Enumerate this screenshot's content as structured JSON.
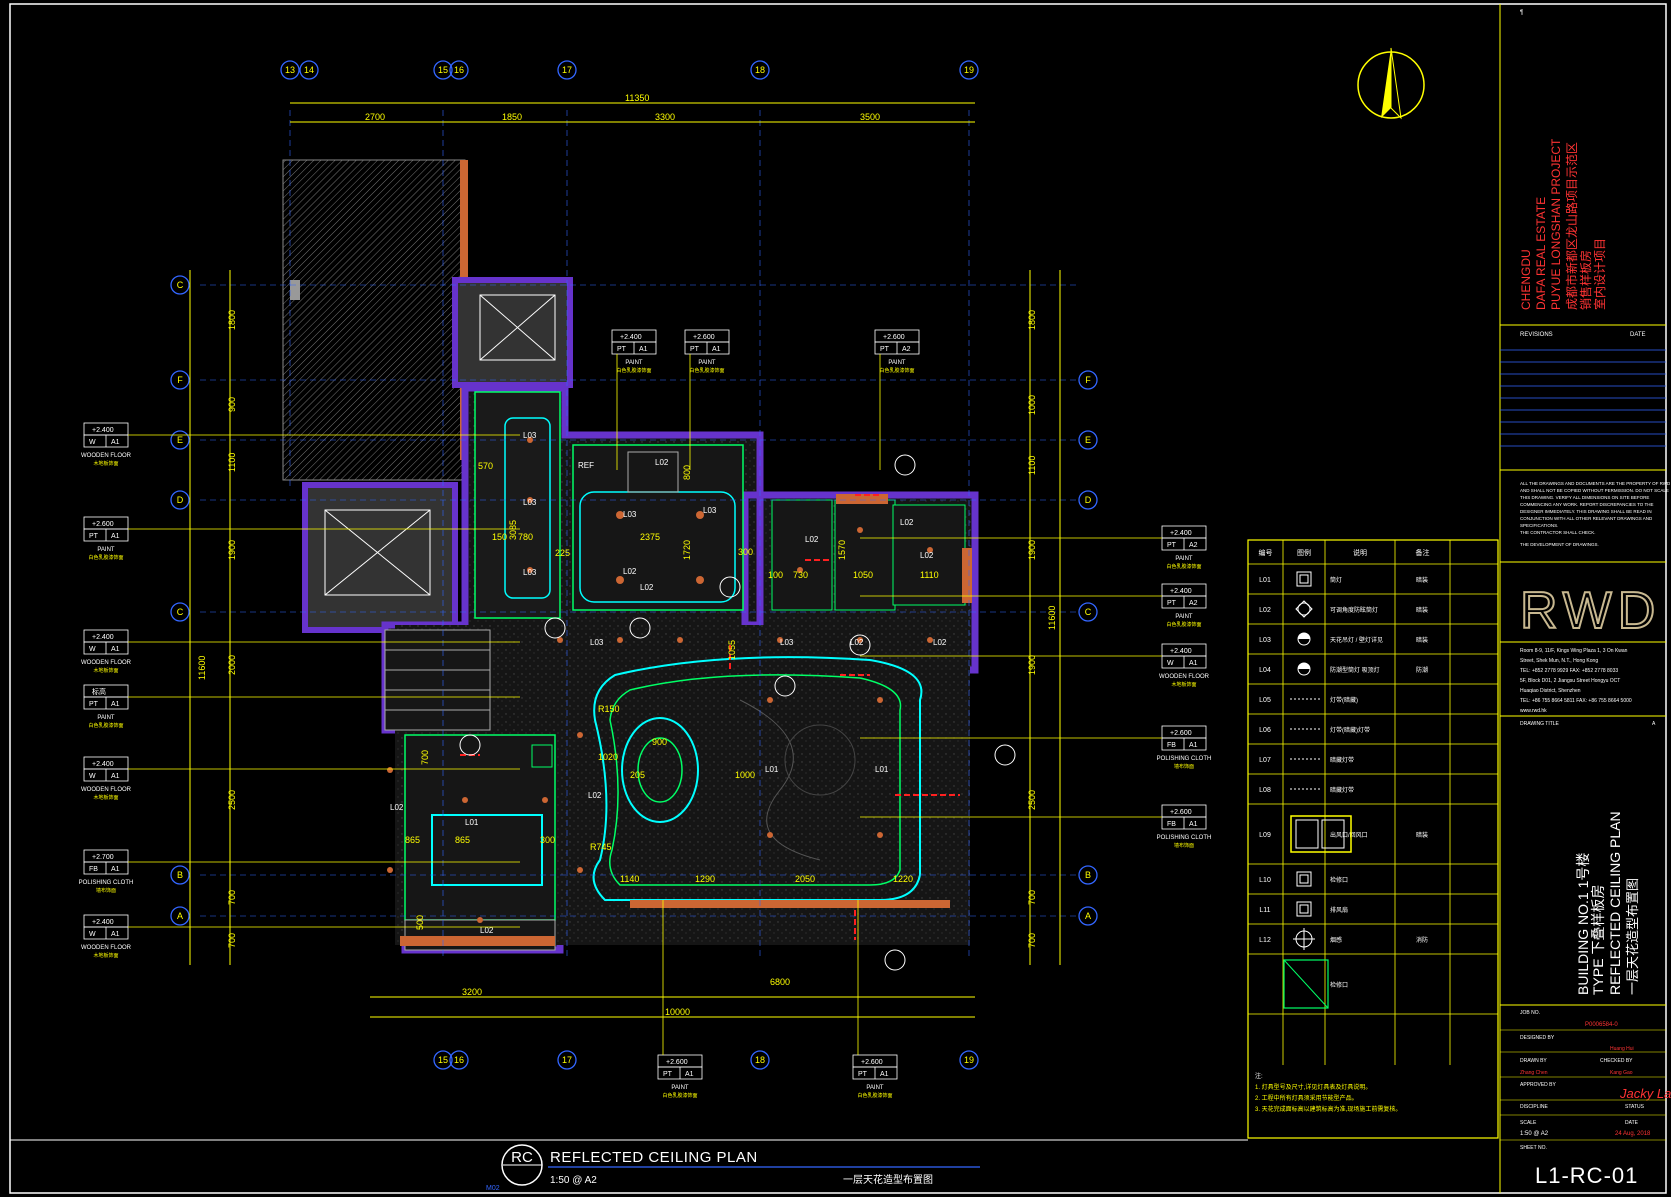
{
  "grid": {
    "top_bubbles": [
      "13",
      "14",
      "15",
      "16",
      "17",
      "18",
      "19"
    ],
    "bottom_bubbles": [
      "15",
      "16",
      "17",
      "18",
      "19"
    ],
    "left_bubbles": [
      "C",
      "F",
      "E",
      "D",
      "C",
      "B",
      "A"
    ],
    "right_bubbles": [
      "F",
      "E",
      "D",
      "C",
      "B",
      "A"
    ],
    "top_total": "11350",
    "top_dims": [
      "2700",
      "1850",
      "3300",
      "3500"
    ],
    "left_total": "11600",
    "left_dims": [
      "1800",
      "900",
      "1100",
      "1900",
      "2000",
      "2500",
      "700",
      "700"
    ],
    "right_total": "11600",
    "right_dims": [
      "1800",
      "1000",
      "1100",
      "1900",
      "1900",
      "2500",
      "700",
      "700"
    ],
    "bottom_dims": [
      "3200",
      "6800",
      "10000"
    ]
  },
  "left_tags": [
    {
      "level": "+2.400",
      "code": "W",
      "sheet": "A1",
      "name": "WOODEN FLOOR",
      "cn": "木地板饰面"
    },
    {
      "level": "+2.600",
      "code": "PT",
      "sheet": "A1",
      "name": "PAINT",
      "cn": "白色乳胶漆饰面"
    },
    {
      "level": "+2.400",
      "code": "W",
      "sheet": "A1",
      "name": "WOODEN FLOOR",
      "cn": "木地板饰面"
    },
    {
      "level": "标高",
      "code": "PT",
      "sheet": "A1",
      "name": "PAINT",
      "cn": "白色乳胶漆饰面"
    },
    {
      "level": "+2.400",
      "code": "W",
      "sheet": "A1",
      "name": "WOODEN FLOOR",
      "cn": "木地板饰面"
    },
    {
      "level": "+2.700",
      "code": "FB",
      "sheet": "A1",
      "name": "POLISHING CLOTH",
      "cn": "墙布饰面"
    },
    {
      "level": "+2.400",
      "code": "W",
      "sheet": "A1",
      "name": "WOODEN FLOOR",
      "cn": "木地板饰面"
    }
  ],
  "right_tags": [
    {
      "level": "+2.400",
      "code": "PT",
      "sheet": "A2",
      "name": "PAINT",
      "cn": "白色乳胶漆饰面"
    },
    {
      "level": "+2.400",
      "code": "PT",
      "sheet": "A2",
      "name": "PAINT",
      "cn": "白色乳胶漆饰面"
    },
    {
      "level": "+2.400",
      "code": "W",
      "sheet": "A1",
      "name": "WOODEN FLOOR",
      "cn": "木地板饰面"
    },
    {
      "level": "+2.600",
      "code": "FB",
      "sheet": "A1",
      "name": "POLISHING CLOTH",
      "cn": "墙布饰面"
    },
    {
      "level": "+2.600",
      "code": "FB",
      "sheet": "A1",
      "name": "POLISHING CLOTH",
      "cn": "墙布饰面"
    }
  ],
  "top_tags": [
    {
      "level": "+2.400",
      "code": "PT",
      "sheet": "A1",
      "name": "PAINT",
      "cn": "白色乳胶漆饰面"
    },
    {
      "level": "+2.600",
      "code": "PT",
      "sheet": "A1",
      "name": "PAINT",
      "cn": "白色乳胶漆饰面"
    },
    {
      "level": "+2.600",
      "code": "PT",
      "sheet": "A2",
      "name": "PAINT",
      "cn": "白色乳胶漆饰面"
    }
  ],
  "bottom_tags": [
    {
      "level": "+2.600",
      "code": "PT",
      "sheet": "A1",
      "name": "PAINT",
      "cn": "白色乳胶漆饰面"
    },
    {
      "level": "+2.600",
      "code": "PT",
      "sheet": "A1",
      "name": "PAINT",
      "cn": "白色乳胶漆饰面"
    }
  ],
  "plan_labels": {
    "l01": "L01",
    "l02": "L02",
    "l03": "L03",
    "ref": "REF",
    "d570": "570",
    "d3085": "3085",
    "d780": "780",
    "d150": "150",
    "d225": "225",
    "d2375": "2375",
    "d1720": "1720",
    "d800": "800",
    "d300": "300",
    "d100": "100",
    "d730": "730",
    "d1570": "1570",
    "d1050": "1050",
    "d1110": "1110",
    "d1055": "1055",
    "d900": "900",
    "d1020": "1020",
    "d205": "205",
    "d1000": "1000",
    "dR150": "R150",
    "dR745": "R745",
    "d865": "865",
    "d1290": "1290",
    "d1140": "1140",
    "d2050": "2050",
    "d1220": "1220",
    "d500": "500",
    "d700": "700"
  },
  "legend": {
    "headers": [
      "编号",
      "图例",
      "说明",
      "备注"
    ],
    "rows": [
      {
        "code": "L01",
        "desc": "筒灯",
        "note": "暗装"
      },
      {
        "code": "L02",
        "desc": "可调角度防眩筒灯",
        "note": "暗装"
      },
      {
        "code": "L03",
        "desc": "天花吊灯 / 壁灯详见",
        "note": "暗装"
      },
      {
        "code": "L04",
        "desc": "防潮型筒灯 吸顶灯",
        "note": "防潮"
      },
      {
        "code": "L05",
        "desc": "灯带(暗藏)",
        "note": ""
      },
      {
        "code": "L06",
        "desc": "灯带(暗藏)灯带",
        "note": ""
      },
      {
        "code": "L07",
        "desc": "暗藏灯带",
        "note": ""
      },
      {
        "code": "L08",
        "desc": "暗藏灯带",
        "note": ""
      },
      {
        "code": "L09",
        "desc": "出风口/回风口",
        "note": "暗装"
      },
      {
        "code": "L10",
        "desc": "检修口",
        "note": ""
      },
      {
        "code": "L11",
        "desc": "排风扇",
        "note": ""
      },
      {
        "code": "L12",
        "desc": "烟感",
        "note": "消防"
      },
      {
        "code": "",
        "desc": "检修口",
        "note": ""
      }
    ],
    "notes": [
      "注:",
      "1. 灯具型号及尺寸,详见灯具表及灯具说明。",
      "2. 工程中所有灯具须采用节能型产品。",
      "3. 天花完成面标高以建筑标高为准,现场施工前需复核。"
    ]
  },
  "title_block": {
    "project_vertical": [
      "CHENGDU",
      "DAFA REAL ESTATE",
      "PUYUE LONGSHAN PROJECT",
      "成都市新都区龙山路项目示范区",
      "销售样板房",
      "室内设计项目"
    ],
    "revisions_label": "REVISIONS",
    "date_label": "DATE",
    "firm_logo": "RWD",
    "firm_addr": [
      "Room 8-9, 11/F, Kings Wing Plaza 1, 3 On Kwan",
      "Street, Shek Mun, N.T., Hong Kong",
      "TEL: +852 2778 9929   FAX: +852 2778 8033",
      "5F, Block D01, 2 Jiangsu Street Hongyu OCT",
      "Huaqiao District, Shenzhen",
      "TEL: +86 755 8664 5811   FAX: +86 755 8664 5000",
      "www.rwd.hk"
    ],
    "drawing_title_label": "DRAWING TITLE",
    "drawing_title": [
      "BUILDING NO.1 1号楼",
      "TYPE 下叠样板房",
      "REFLECTED CEILING PLAN",
      "一层天花造型布置图"
    ],
    "job_no_label": "JOB NO.",
    "job_no": "P0006584-0",
    "designed_by_label": "DESIGNED BY",
    "drawn_by_label": "DRAWN BY",
    "checked_by_label": "CHECKED BY",
    "approved_by_label": "APPROVED BY",
    "discipline_label": "DISCIPLINE",
    "status_label": "STATUS",
    "scale_label": "SCALE",
    "date2_label": "DATE",
    "scale_value": "1:50 @ A2",
    "date_value": "24 Aug, 2018",
    "sheet_no_label": "SHEET NO.",
    "sheet_no": "L1-RC-01"
  },
  "footer": {
    "bubble": "RC",
    "sub": "M02",
    "title": "REFLECTED CEILING PLAN",
    "scale": "1:50 @ A2",
    "title_cn": "一层天花造型布置图"
  },
  "colors": {
    "yellow": "#ffff00",
    "white": "#ffffff",
    "cyan": "#00ffff",
    "green": "#00ff66",
    "red": "#ff2020",
    "purple": "#6633cc",
    "blue": "#3366ff",
    "magenta": "#cc33ff",
    "grey": "#555555"
  }
}
